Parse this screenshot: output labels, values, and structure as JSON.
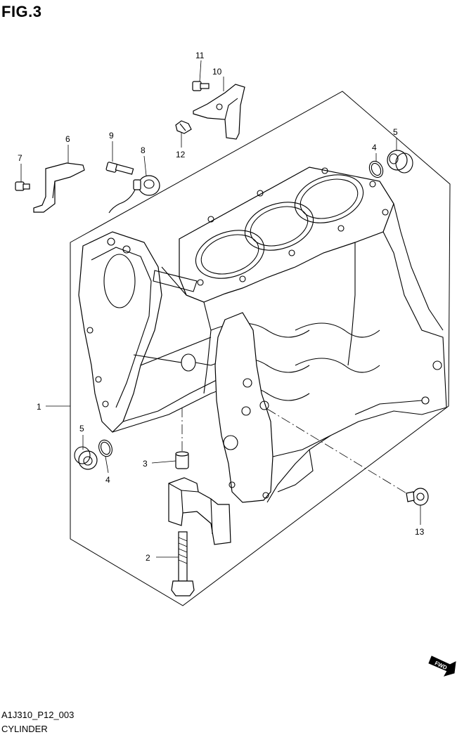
{
  "figure": {
    "title": "FIG.3",
    "code": "A1J310_P12_003",
    "name": "CYLINDER",
    "fwd_label": "FWD"
  },
  "callouts": [
    "1",
    "2",
    "3",
    "4",
    "4",
    "5",
    "5",
    "6",
    "7",
    "8",
    "9",
    "10",
    "11",
    "12",
    "13"
  ]
}
